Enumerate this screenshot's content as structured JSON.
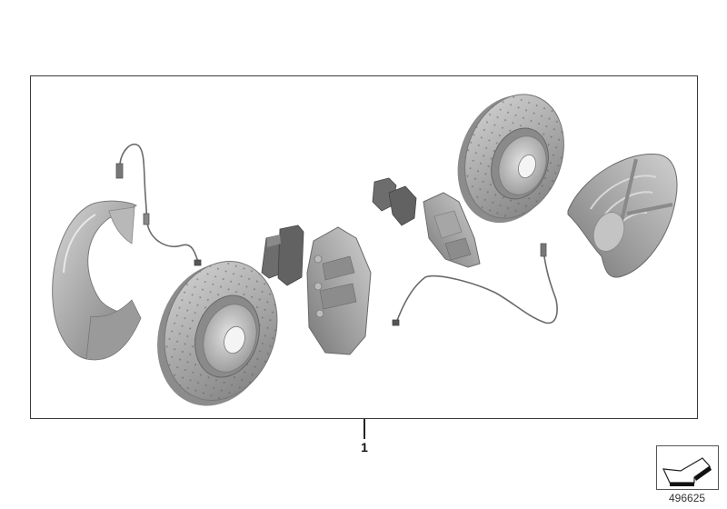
{
  "diagram": {
    "title": "Brake kit exploded view",
    "callouts": [
      {
        "number": "1",
        "label": "Brake kit (complete assembly)"
      }
    ],
    "parts": [
      {
        "name": "front-brake-shield-left",
        "label": "Front brake dust shield"
      },
      {
        "name": "front-wear-sensor",
        "label": "Front brake pad wear sensor"
      },
      {
        "name": "front-brake-disc",
        "label": "Front perforated brake disc"
      },
      {
        "name": "front-brake-pads",
        "label": "Front brake pads"
      },
      {
        "name": "front-brake-caliper",
        "label": "Front brake caliper"
      },
      {
        "name": "rear-brake-pads",
        "label": "Rear brake pads"
      },
      {
        "name": "rear-brake-caliper",
        "label": "Rear brake caliper"
      },
      {
        "name": "rear-wear-sensor",
        "label": "Rear brake pad wear sensor"
      },
      {
        "name": "rear-brake-disc",
        "label": "Rear perforated brake disc"
      },
      {
        "name": "rear-brake-shield",
        "label": "Rear brake dust shield"
      }
    ],
    "diagram_id": "496625",
    "nav_icon": "return-arrow-icon"
  },
  "colors": {
    "frame": "#3a3a3a",
    "metal_light": "#c8c8c8",
    "metal_mid": "#9a9a9a",
    "metal_dark": "#6e6e6e",
    "pad": "#6a6a6a"
  }
}
